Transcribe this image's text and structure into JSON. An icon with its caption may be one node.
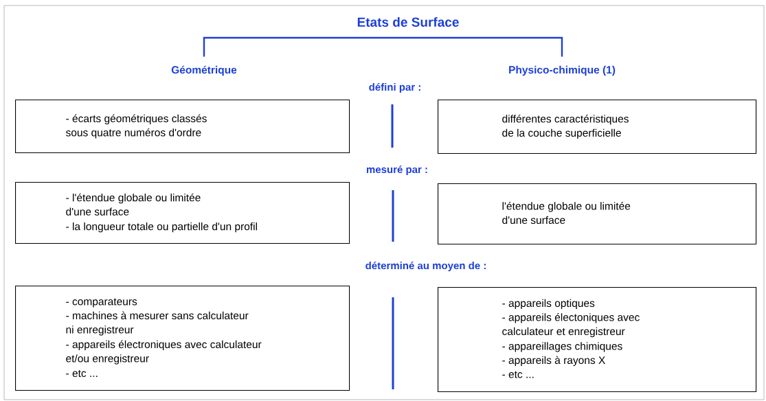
{
  "diagram": {
    "title": "Etats de Surface",
    "nodes": [
      {
        "text": [
          "Géométrique"
        ]
      },
      {
        "text": [
          "Physico-chimique (1)"
        ]
      },
      {
        "text": [
          "- écarts géométriques classés sous quatre numéros d'ordre"
        ]
      },
      {
        "text": [
          "différentes caractéristiques de la couche superficielle"
        ]
      },
      {
        "text": [
          "- l'étendue globale ou limitée d'une surface",
          "- la longueur totale ou partielle d'un profil"
        ]
      },
      {
        "text": [
          "l'étendue globale ou limitée d'une surface"
        ]
      },
      {
        "text": [
          "- comparateurs",
          "- machines à mesurer sans calculateur ni enregistreur",
          "- appareils électroniques avec calculateur et/ou enregistreur",
          "- etc ..."
        ]
      },
      {
        "text": [
          "- appareils optiques",
          "- appareils électoniques avec calculateur et enregistreur",
          "- appareillages chimiques",
          "- appareils à rayons X",
          "- etc ..."
        ]
      }
    ],
    "edges": [
      {
        "from": null,
        "to": 0,
        "arrow": "none"
      },
      {
        "from": null,
        "to": 1,
        "arrow": "none"
      }
    ],
    "labels": [
      "défini par :",
      "mesuré par :",
      "déterminé au moyen de :"
    ]
  }
}
